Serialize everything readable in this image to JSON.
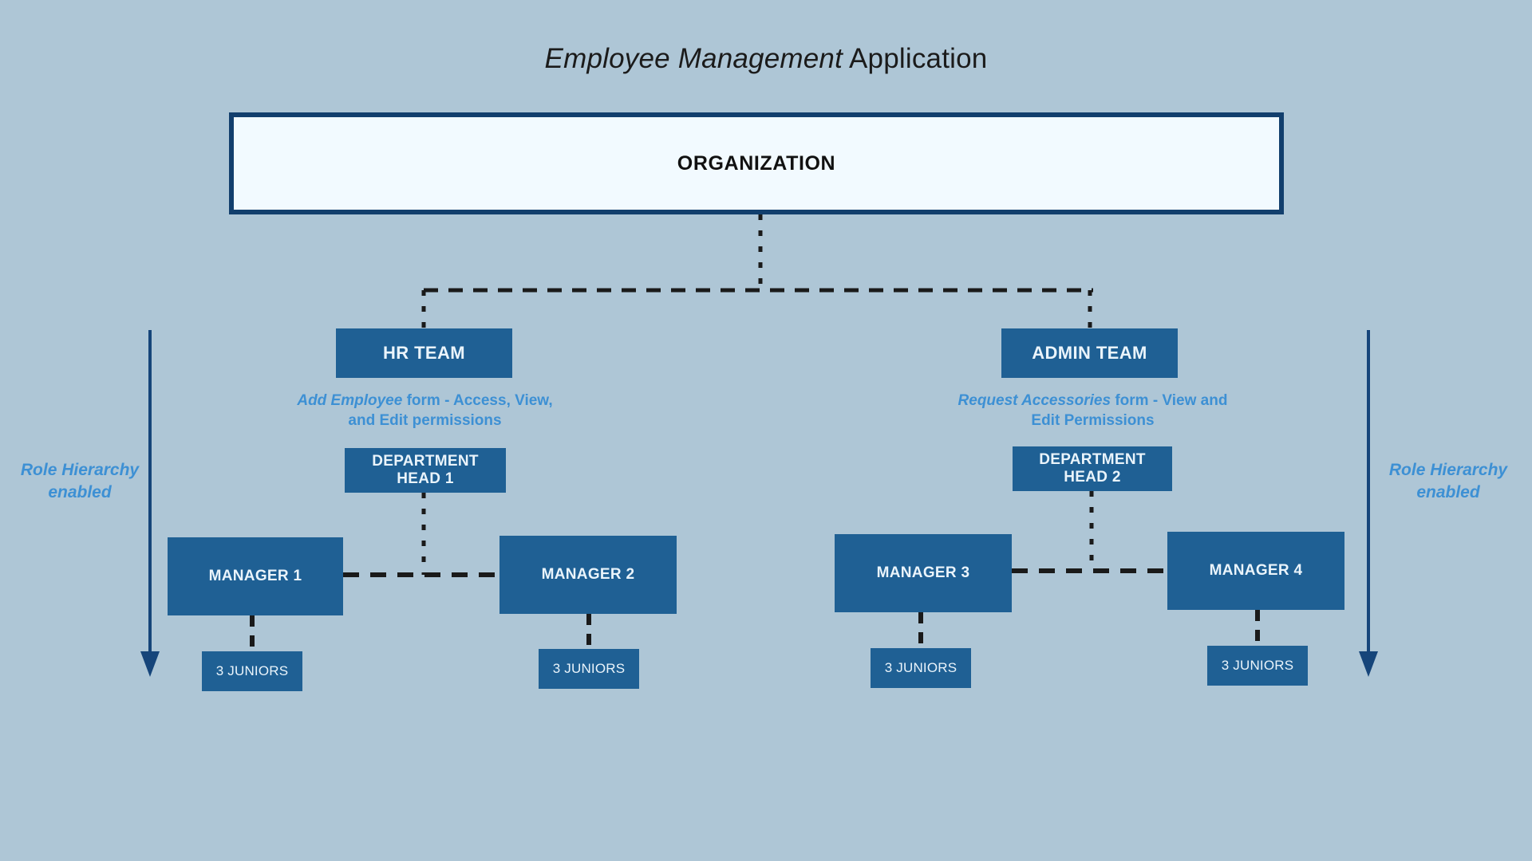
{
  "title": {
    "emphasis": "Employee Management",
    "rest": " Application",
    "full": "Employee Management Application"
  },
  "colors": {
    "background": "#aec6d6",
    "node_fill": "#1f6094",
    "node_text": "#eaf4fb",
    "root_fill": "#f2faff",
    "root_border": "#123f6d",
    "annotation_text": "#3d90d4",
    "connector": "#1a1a1a",
    "arrow": "#16457a"
  },
  "root": {
    "label": "ORGANIZATION"
  },
  "branches": [
    {
      "id": "hr",
      "team": {
        "label": "HR TEAM"
      },
      "caption": {
        "emphasis": "Add Employee",
        "rest": " form - Access, View, and Edit permissions",
        "full": "Add Employee form - Access, View, and Edit permissions"
      },
      "department_head": {
        "label": "DEPARTMENT HEAD 1"
      },
      "managers": [
        {
          "label": "MANAGER 1",
          "juniors": {
            "label": "3 JUNIORS",
            "count": 3
          }
        },
        {
          "label": "MANAGER 2",
          "juniors": {
            "label": "3 JUNIORS",
            "count": 3
          }
        }
      ]
    },
    {
      "id": "admin",
      "team": {
        "label": "ADMIN TEAM"
      },
      "caption": {
        "emphasis": "Request Accessories",
        "rest": " form - View and Edit Permissions",
        "full": "Request Accessories form - View and Edit Permissions"
      },
      "department_head": {
        "label": "DEPARTMENT HEAD 2"
      },
      "managers": [
        {
          "label": "MANAGER 3",
          "juniors": {
            "label": "3 JUNIORS",
            "count": 3
          }
        },
        {
          "label": "MANAGER 4",
          "juniors": {
            "label": "3 JUNIORS",
            "count": 3
          }
        }
      ]
    }
  ],
  "side_annotations": {
    "left": {
      "label": "Role Hierarchy\nenabled"
    },
    "right": {
      "label": "Role Hierarchy\nenabled"
    }
  }
}
